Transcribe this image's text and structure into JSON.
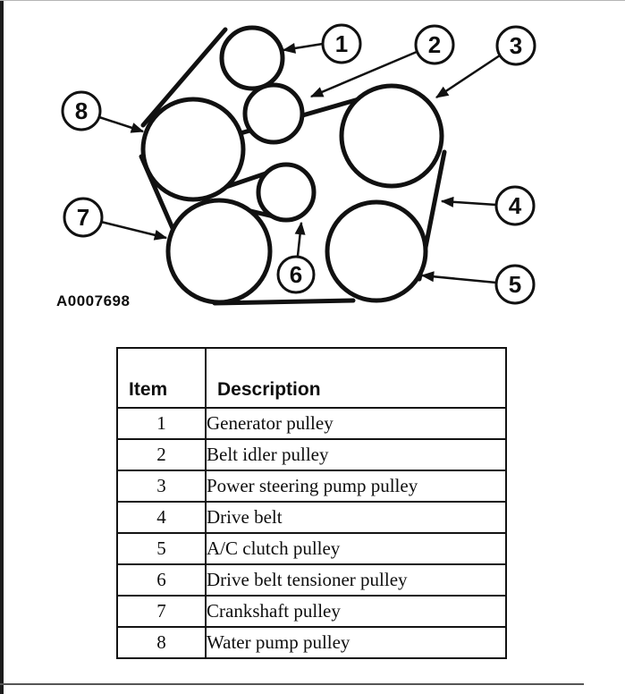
{
  "diagram": {
    "figure_code": "A0007698",
    "callouts": [
      {
        "label": "1"
      },
      {
        "label": "2"
      },
      {
        "label": "3"
      },
      {
        "label": "4"
      },
      {
        "label": "5"
      },
      {
        "label": "6"
      },
      {
        "label": "7"
      },
      {
        "label": "8"
      }
    ]
  },
  "table": {
    "headers": {
      "item": "Item",
      "description": "Description"
    },
    "rows": [
      {
        "item": "1",
        "description": "Generator pulley"
      },
      {
        "item": "2",
        "description": "Belt idler pulley"
      },
      {
        "item": "3",
        "description": "Power steering pump pulley"
      },
      {
        "item": "4",
        "description": "Drive belt"
      },
      {
        "item": "5",
        "description": "A/C clutch pulley"
      },
      {
        "item": "6",
        "description": "Drive belt tensioner pulley"
      },
      {
        "item": "7",
        "description": "Crankshaft pulley"
      },
      {
        "item": "8",
        "description": "Water pump pulley"
      }
    ]
  },
  "colors": {
    "ink": "#111111",
    "background": "#ffffff"
  }
}
